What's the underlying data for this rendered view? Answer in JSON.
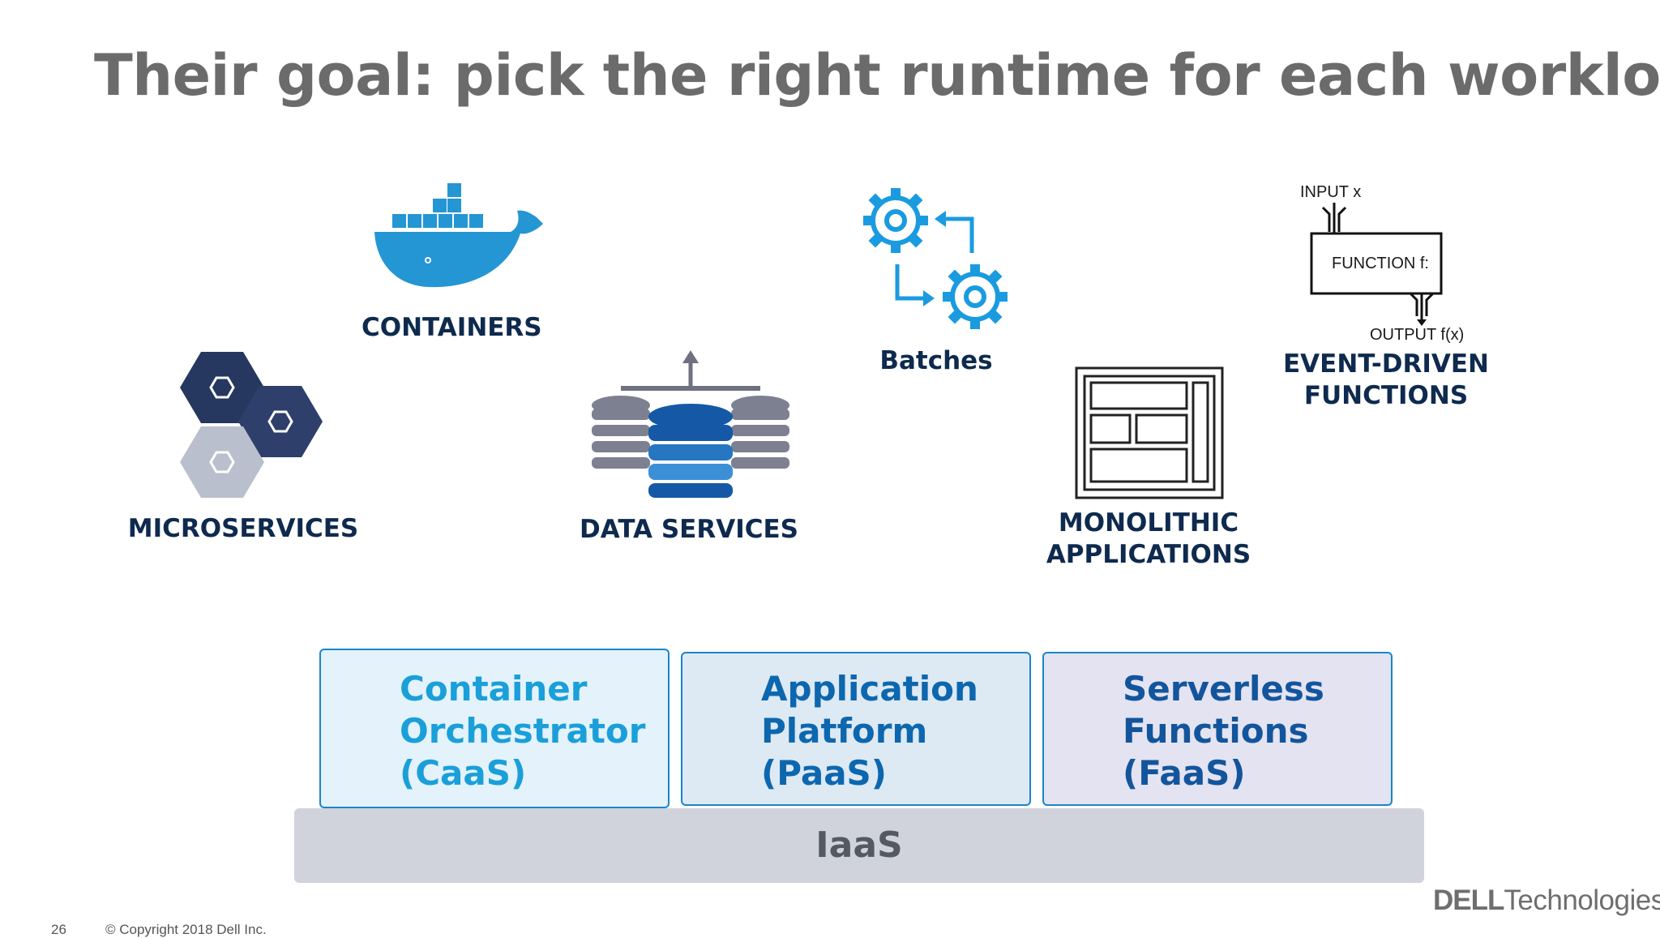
{
  "title": "Their goal: pick the right runtime for each workload",
  "workloads": {
    "containers": "CONTAINERS",
    "batches": "Batches",
    "event_driven": [
      "EVENT-DRIVEN",
      "FUNCTIONS"
    ],
    "microservices": "MICROSERVICES",
    "data_services": "DATA SERVICES",
    "monolithic": [
      "MONOLITHIC",
      "APPLICATIONS"
    ]
  },
  "function_diagram": {
    "input": "INPUT x",
    "function": "FUNCTION f:",
    "output": "OUTPUT f(x)"
  },
  "platforms": [
    {
      "label": "Container\nOrchestrator\n(CaaS)",
      "color": "#1a9fd9",
      "bg": "#e3f2fb"
    },
    {
      "label": "Application\nPlatform\n(PaaS)",
      "color": "#0d67ae",
      "bg": "#dde9f3"
    },
    {
      "label": "Serverless\nFunctions\n(FaaS)",
      "color": "#13559c",
      "bg": "#e4e3f1"
    }
  ],
  "iaas": "IaaS",
  "footer": {
    "page_number": "26",
    "copyright": "© Copyright 2018 Dell Inc."
  },
  "logo": {
    "dell": "DELL",
    "technologies": "Technologies"
  },
  "colors": {
    "title": "#6b6b6b",
    "label": "#0e2a4e",
    "docker_blue": "#2496d3",
    "gear_blue": "#1a9be0",
    "hex_navy": "#26385f",
    "hex_gray": "#b9bfcc"
  }
}
